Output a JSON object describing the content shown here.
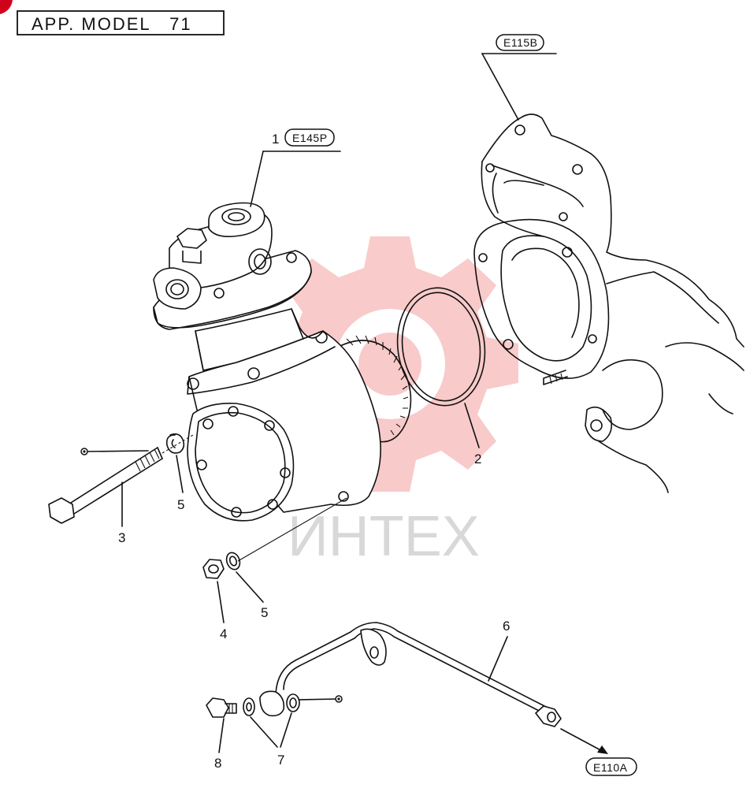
{
  "header": {
    "model_label": "APP. MODEL   71"
  },
  "watermark": {
    "text": "ИНТЕХ",
    "color": "#f08080"
  },
  "references": {
    "crankcase": "E115B",
    "compressor": "E145P",
    "pipe_end": "E110A"
  },
  "callouts": {
    "compressor": "1",
    "o_ring": "2",
    "bolt": "3",
    "nut": "4",
    "washer_upper": "5",
    "washer_lower": "5",
    "pipe": "6",
    "washers_pair": "7",
    "union_bolt": "8"
  },
  "colors": {
    "ink": "#111111",
    "accent_corner": "#d0021b"
  }
}
